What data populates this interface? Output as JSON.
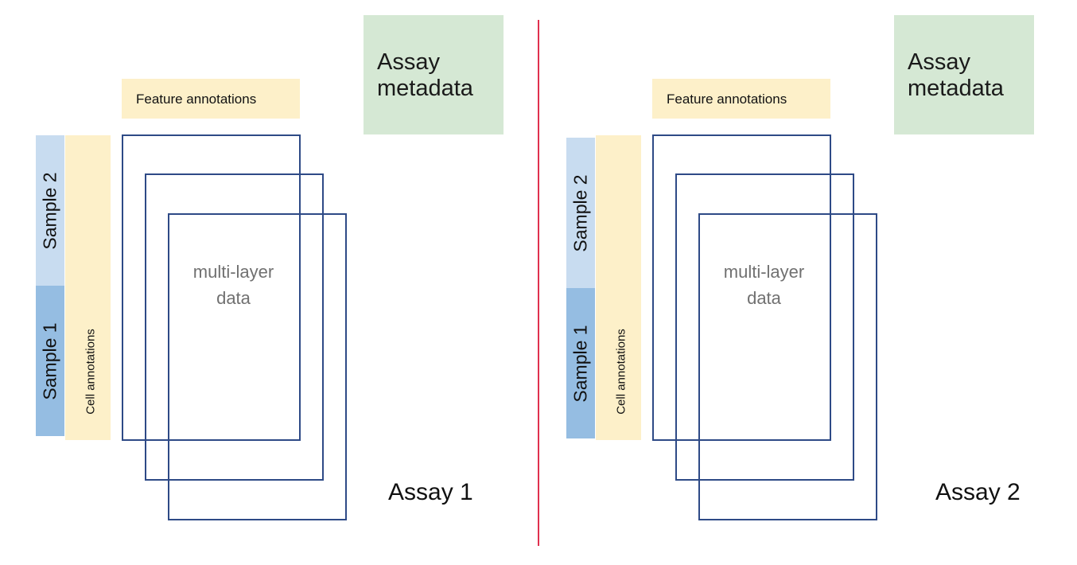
{
  "panels": [
    {
      "assay_metadata": "Assay\nmetadata",
      "feature_annotations": "Feature annotations",
      "cell_annotations": "Cell annotations",
      "sample_1": "Sample 1",
      "sample_2": "Sample 2",
      "multi_layer_data": "multi-layer\ndata",
      "assay_label": "Assay 1"
    },
    {
      "assay_metadata": "Assay\nmetadata",
      "feature_annotations": "Feature annotations",
      "cell_annotations": "Cell  annotations",
      "sample_1": "Sample 1",
      "sample_2": "Sample 2",
      "multi_layer_data": "multi-layer\ndata",
      "assay_label": "Assay 2"
    }
  ],
  "colors": {
    "assay_metadata_fill": "#d5e8d4",
    "annotation_fill": "#fdf0c9",
    "sample_1_fill": "#95bde2",
    "sample_2_fill": "#c8dcf0",
    "layer_stroke": "#2e4a86",
    "divider": "#e0304e"
  }
}
